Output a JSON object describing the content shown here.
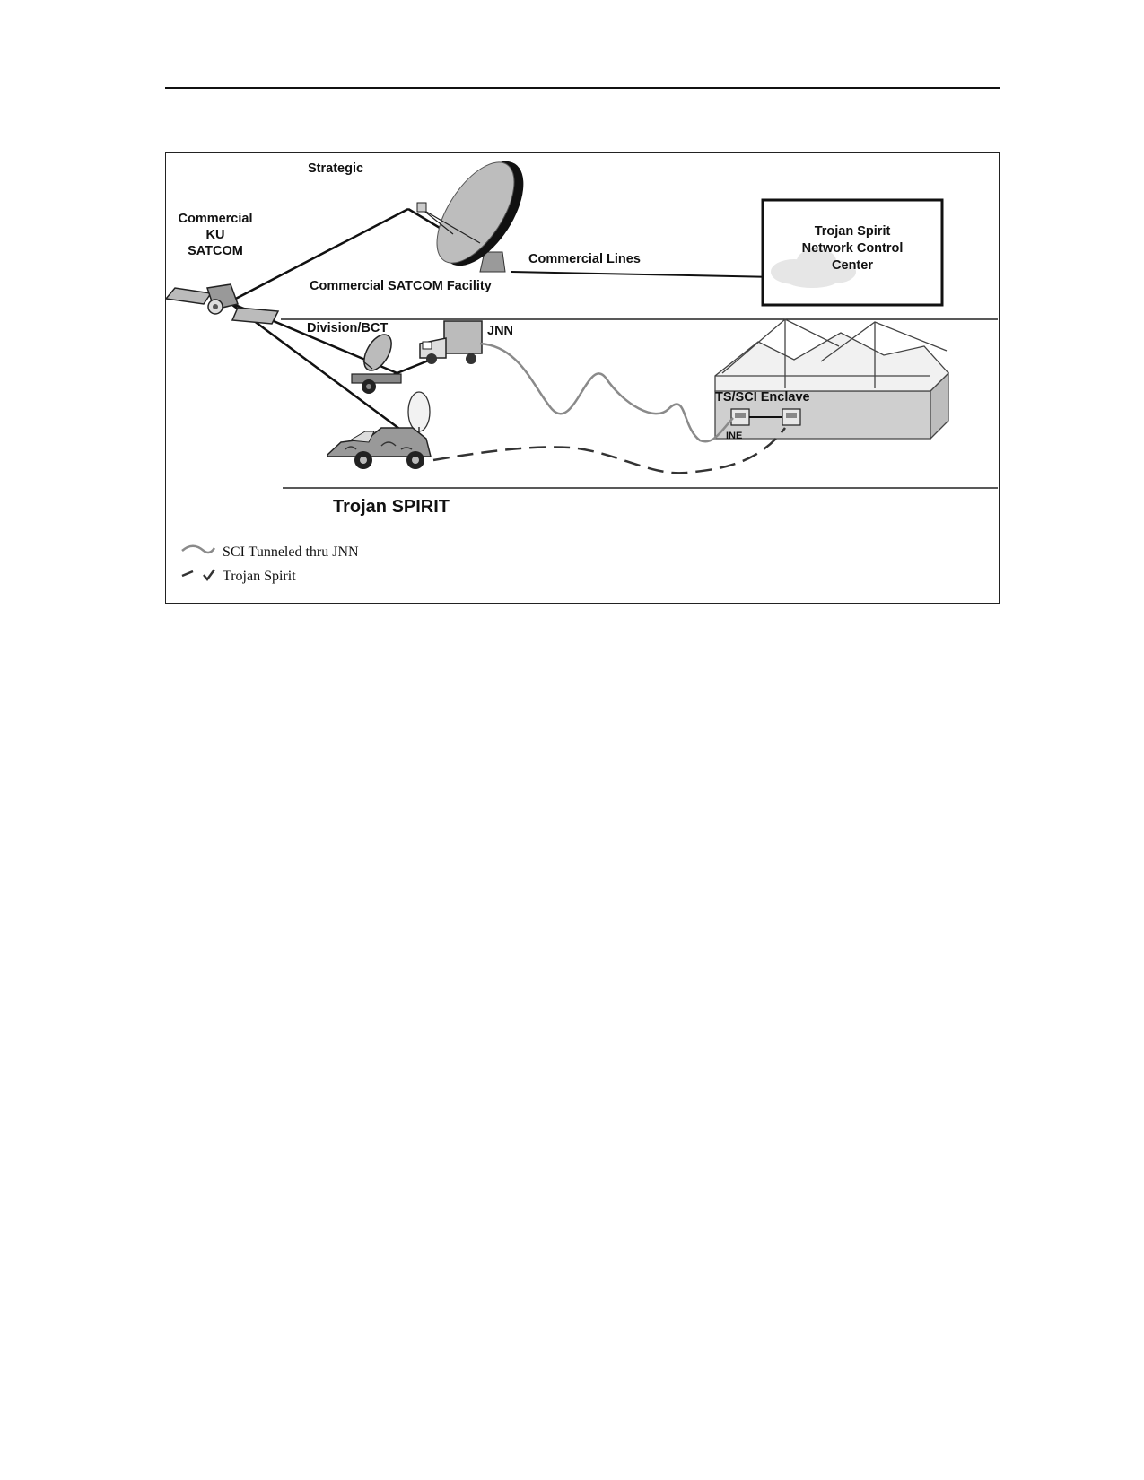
{
  "diagram": {
    "labels": {
      "strategic": "Strategic",
      "satcom_line1": "Commercial",
      "satcom_line2": "KU",
      "satcom_line3": "SATCOM",
      "commercial_lines": "Commercial Lines",
      "commercial_satcom_facility": "Commercial SATCOM Facility",
      "ncc_line1": "Trojan Spirit",
      "ncc_line2": "Network Control",
      "ncc_line3": "Center",
      "division_bct": "Division/BCT",
      "jnn": "JNN",
      "enclave": "TS/SCI Enclave",
      "ine": "INE",
      "trojan_spirit_title": "Trojan SPIRIT"
    },
    "legend": [
      {
        "label": "SCI Tunneled thru JNN",
        "style": "solid-gray"
      },
      {
        "label": "Trojan Spirit",
        "style": "dashed-dark"
      }
    ],
    "colors": {
      "line": "#111111",
      "tunnel": "#8a8a8a",
      "dashed": "#333333",
      "building_fill": "#d0d0d0"
    }
  }
}
